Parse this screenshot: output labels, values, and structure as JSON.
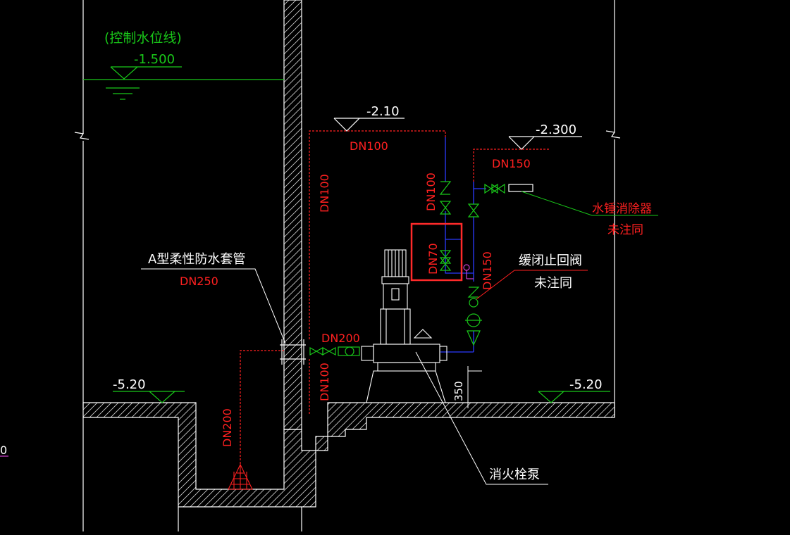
{
  "colors": {
    "background": "#000000",
    "structure": "#ffffff",
    "annotation_green": "#19c819",
    "pipe_red": "#ff2020",
    "pipe_blue": "#2b3bff",
    "highlight_box": "#ff2a2a",
    "magenta": "#d040d0"
  },
  "levels": {
    "control_water_level_label": "(控制水位线)",
    "control_water_level": "-1.500",
    "discharge_pipe_level": "-2.10",
    "hammer_pipe_level": "-2.300",
    "floor_level_left": "-5.20",
    "floor_level_right": "-5.20"
  },
  "pipe_labels": {
    "dn100_top": "DN100",
    "dn100_vertical_left": "DN100",
    "dn100_vertical_mid": "DN100",
    "dn150_top": "DN150",
    "dn150_vertical": "DN150",
    "dn70_box": "DN70",
    "dn200_suction_label": "DN200",
    "dn200_pit": "DN200",
    "dn100_lower": "DN100",
    "dn250": "DN250"
  },
  "callouts": {
    "sleeve": "A型柔性防水套管",
    "water_hammer_line1": "水锤消除器",
    "water_hammer_line2": "未注同",
    "check_valve_line1": "缓闭止回阀",
    "check_valve_line2": "未注同",
    "pump": "消火栓泵"
  },
  "dimensions": {
    "pump_base_height": "350"
  },
  "edge_fragment": "0"
}
